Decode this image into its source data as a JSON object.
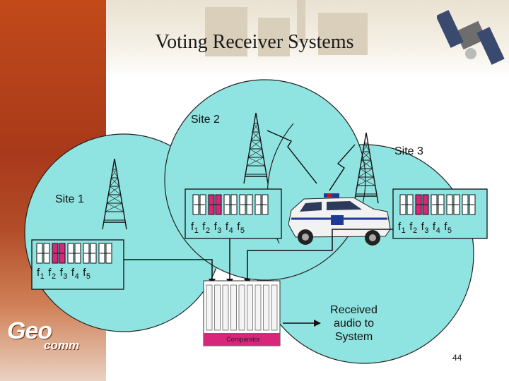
{
  "slide": {
    "title": "Voting Receiver Systems",
    "page_number": "44"
  },
  "sites": [
    {
      "id": "site1",
      "label": "Site 1",
      "freq_labels": [
        "f1",
        "f2",
        "f3",
        "f4",
        "f5"
      ]
    },
    {
      "id": "site2",
      "label": "Site 2",
      "freq_labels": [
        "f1",
        "f2",
        "f3",
        "f4",
        "f5"
      ]
    },
    {
      "id": "site3",
      "label": "Site 3",
      "freq_labels": [
        "f1",
        "f2",
        "f3",
        "f4",
        "f5"
      ]
    }
  ],
  "comparator": {
    "label": "Comparator"
  },
  "output": {
    "line1": "Received",
    "line2": "audio to",
    "line3": "System"
  },
  "logo": {
    "top": "Geo",
    "bottom": "comm"
  },
  "colors": {
    "coverage": "#8fe3e0",
    "receiver_active": "#d8267a",
    "sidebar": "#b0411c",
    "comparator_base": "#d8267a"
  }
}
